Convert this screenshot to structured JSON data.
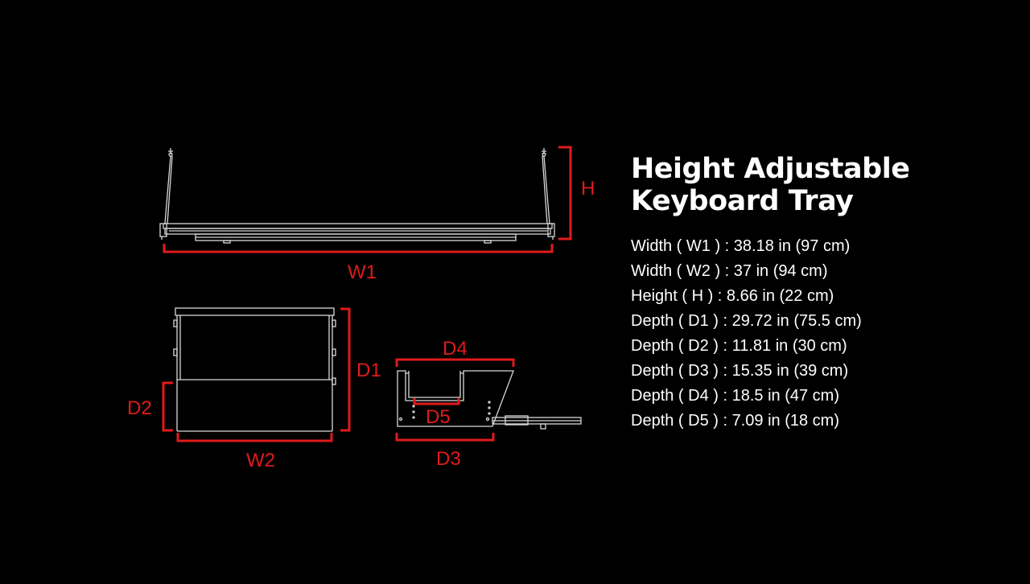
{
  "title": {
    "line1": "Height Adjustable",
    "line2": "Keyboard Tray"
  },
  "dimension_labels": {
    "h": "H",
    "w1": "W1",
    "w2": "W2",
    "d1": "D1",
    "d2": "D2",
    "d3": "D3",
    "d4": "D4",
    "d5": "D5"
  },
  "specs": [
    "Width ( W1 )  : 38.18 in (97 cm)",
    "Width ( W2 )  : 37 in (94 cm)",
    "Height ( H )  : 8.66 in (22 cm)",
    "Depth ( D1 )  : 29.72 in (75.5 cm)",
    "Depth ( D2 )  : 11.81 in (30 cm)",
    "Depth ( D3 )  : 15.35 in (39 cm)",
    "Depth ( D4 )  : 18.5 in (47 cm)",
    "Depth ( D5 )  : 7.09 in (18 cm)"
  ],
  "colors": {
    "background": "#000000",
    "dimension": "#e01b1b",
    "line_art": "#d9d9d9",
    "text": "#ffffff"
  }
}
